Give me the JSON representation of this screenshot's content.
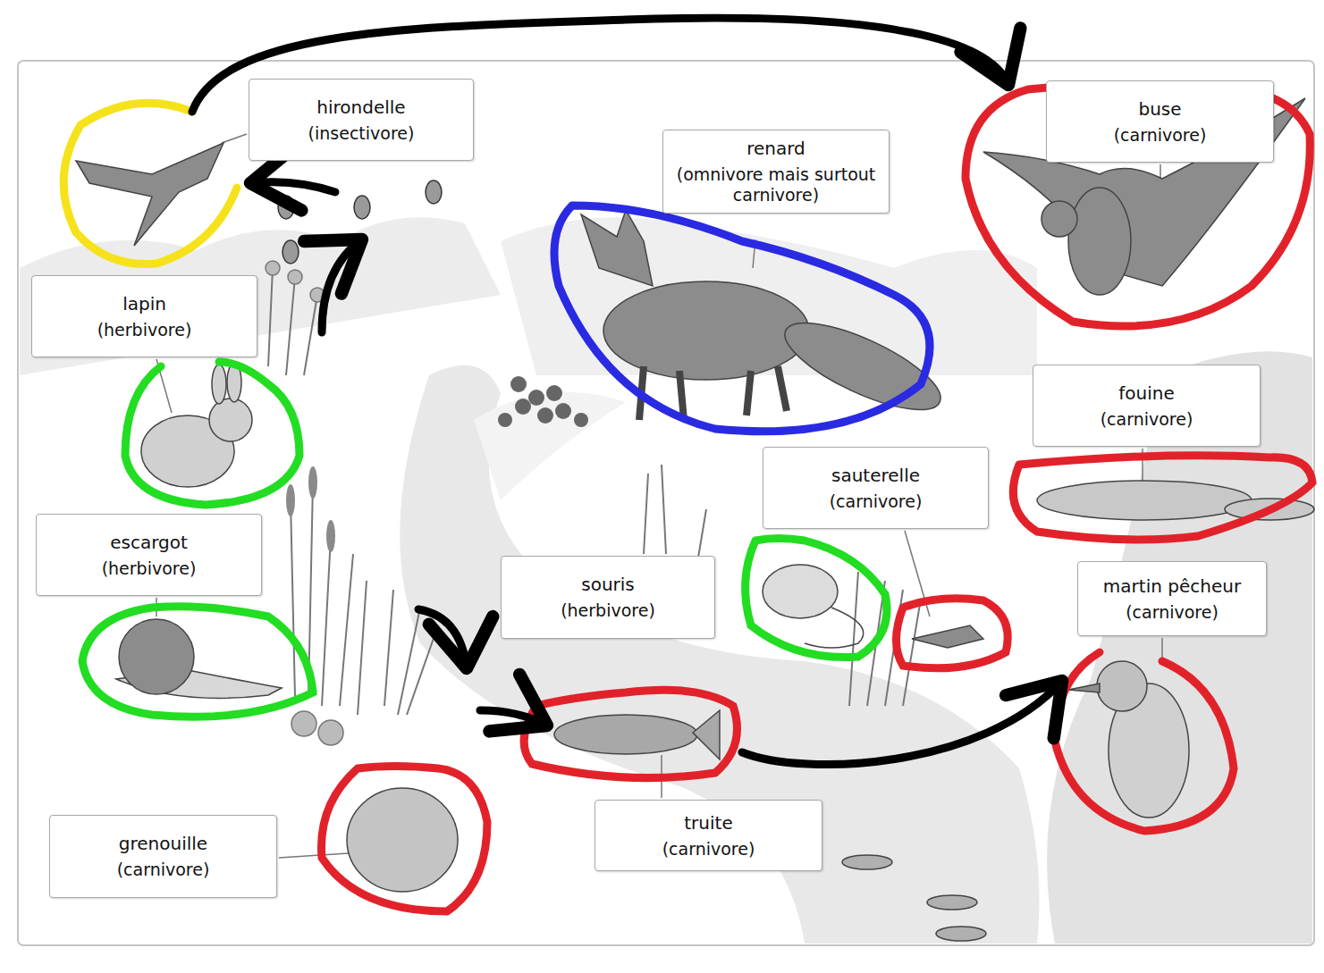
{
  "diagram": {
    "nodes": [
      {
        "text": [
          "hirondelle",
          "(insectivore)"
        ]
      },
      {
        "text": [
          "buse",
          "(carnivore)"
        ]
      },
      {
        "text": [
          "renard",
          "(omnivore mais surtout carnivore)"
        ]
      },
      {
        "text": [
          "lapin",
          "(herbivore)"
        ]
      },
      {
        "text": [
          "fouine",
          "(carnivore)"
        ]
      },
      {
        "text": [
          "sauterelle",
          "(carnivore)"
        ]
      },
      {
        "text": [
          "escargot",
          "(herbivore)"
        ]
      },
      {
        "text": [
          "souris",
          "(herbivore)"
        ]
      },
      {
        "text": [
          "martin pêcheur",
          "(carnivore)"
        ]
      },
      {
        "text": [
          "truite",
          "(carnivore)"
        ]
      },
      {
        "text": [
          "grenouille",
          "(carnivore)"
        ]
      }
    ]
  }
}
